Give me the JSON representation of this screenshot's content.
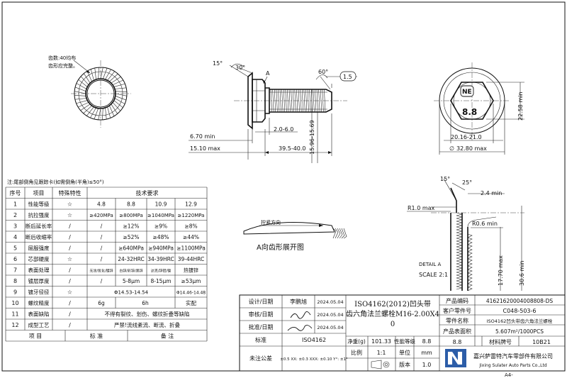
{
  "left_view": {
    "note_line1": "齿数:40均布",
    "note_line2": "齿形应完整。"
  },
  "side_view": {
    "angle_15": "15°",
    "angle_30": "30°",
    "angle_60": "60°",
    "label_a": "A",
    "dim_1_5": "1.5",
    "dim_2_6": "2.0-6.0",
    "dim_6_70_min": "6.70 min",
    "dim_15_10_max": "15.10 max",
    "dim_39_5": "39.5-40.0",
    "dim_15_96": "15.96-15.69"
  },
  "head_view": {
    "mark_ne": "NE",
    "mark_88": "8.8",
    "dim_22_58": "22.58 min",
    "dim_20_16": "20.16-21.0",
    "dim_32_80": "32.80 max"
  },
  "detail": {
    "angle_15": "15°",
    "angle_25": "25°",
    "dim_2_4": "2.4 min",
    "dim_r1": "R1.0 max",
    "dim_r06": "R0.6 min",
    "dim_17_70": "17.70 max",
    "dim_30_6": "30.6 min",
    "title": "DETAIL A",
    "scale": "SCALE 2:1"
  },
  "development": {
    "arrow_label": "拧紧方向",
    "caption": "A向齿形展开图"
  },
  "spec_table": {
    "note": "注:尾部倒角见跟踪卡(如需倒角(半角)≤50°)",
    "header": {
      "no": "序号",
      "item": "项目",
      "feature": "特殊特性",
      "req": "技术要求"
    },
    "rows": [
      {
        "no": "1",
        "item": "性能等级",
        "feature": "☆",
        "c1": "4.8",
        "c2": "8.8",
        "c3": "10.9",
        "c4": "12.9"
      },
      {
        "no": "2",
        "item": "抗拉强度",
        "feature": "☆",
        "c1": "≥420MPa",
        "c2": "≥800MPa",
        "c3": "≥1040MPa",
        "c4": "≥1220MPa"
      },
      {
        "no": "3",
        "item": "断后延长率",
        "feature": "/",
        "c1": "/",
        "c2": "≥12%",
        "c3": "≥9%",
        "c4": "≥8%"
      },
      {
        "no": "4",
        "item": "断后收缩率",
        "feature": "/",
        "c1": "/",
        "c2": "≥52%",
        "c3": "≥48%",
        "c4": "≥44%"
      },
      {
        "no": "5",
        "item": "屈服强度",
        "feature": "/",
        "c1": "/",
        "c2": "≥640MPa",
        "c3": "≥940MPa",
        "c4": "≥1100MPa"
      },
      {
        "no": "6",
        "item": "芯部硬度",
        "feature": "☆",
        "c1": "/",
        "c2": "24-32HRC",
        "c3": "34-39HRC",
        "c4": "39-44HRC"
      },
      {
        "no": "7",
        "item": "表面处理",
        "feature": "/",
        "c1": "无涂/氧化/镀锌",
        "c2": "白锌/彩锌/黑锌",
        "c3": "达克/锌铝/镍",
        "c4": "热镀锌"
      },
      {
        "no": "8",
        "item": "镀层厚度",
        "feature": "/",
        "c1": "/",
        "c2": "5-8μm",
        "c3": "8-15μm",
        "c4": "≥53μm"
      },
      {
        "no": "9",
        "item": "镀牙径径",
        "feature": "☆",
        "merged": "Φ14.53-14.54",
        "c4": "Φ14.46-14.48"
      },
      {
        "no": "10",
        "item": "螺纹精度",
        "feature": "/",
        "c1": "6g",
        "c2": "6h",
        "c4": "实配"
      },
      {
        "no": "11",
        "item": "表面缺陷",
        "feature": "/",
        "full": "不得有裂纹、划伤、螺纹折叠等缺陷"
      },
      {
        "no": "12",
        "item": "成型工艺",
        "feature": "/",
        "full": "严禁!流线紊流、断流、折叠"
      }
    ],
    "footer": {
      "c1": "项 目",
      "c2": "标 准",
      "c3": "备 注"
    }
  },
  "title_block": {
    "design_label": "设计/日期",
    "design_name": "李鹏旭",
    "design_date": "2024.05.04",
    "review_label": "审核/日期",
    "review_date": "2024.05.04",
    "approve_label": "批准/日期",
    "approve_date": "2024.05.04",
    "std_label": "标准",
    "std_value": "ISO4162",
    "tol_label": "未注公差",
    "tol_value": "±0.5 XX: ±0.3 XXX: ±0.10 Y°: ±1°",
    "part_title": "ISO4162(2012)凹头带齿六角法兰螺栓M16-2.00X40",
    "weight_label": "净重(g)",
    "weight_value": "101.33",
    "grade_label": "性能等级",
    "grade_value": "8.8",
    "ratio_label": "比例",
    "ratio_value": "1:1",
    "unit_label": "单位",
    "unit_value": "mm",
    "version_label": "版本",
    "version_value": "1.0",
    "code_label": "产品编码",
    "code_value": "41621620004008808-DS",
    "cust_label": "客户零件号",
    "cust_value": "C048-503-6",
    "pname_label": "零件名称",
    "pname_value": "ISO4162凹头带齿六角法兰螺栓",
    "area_label": "产品表面积",
    "area_value": "5.607m²/1000PCS",
    "mat_label": "材料牌号",
    "mat_value": "10B21",
    "company_cn": "嘉兴萨雷特汽车零部件有限公司",
    "company_en": "Jixing Sulater Auto Parts Co.,Ltd",
    "sheet_size": "A4-"
  },
  "colors": {
    "logo_blue": "#2c5da8",
    "ink": "#111111"
  }
}
